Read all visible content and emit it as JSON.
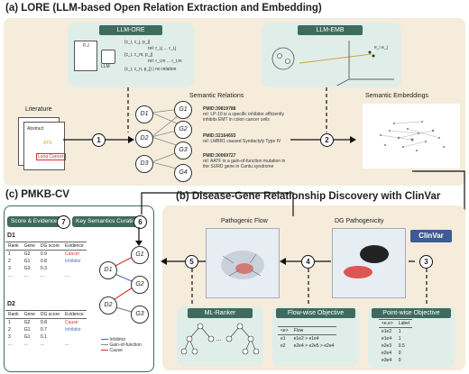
{
  "titles": {
    "a": "(a) LORE (LLM-based Open Relation Extraction and Embedding)",
    "b": "(b) Disease-Gene Relationship Discovery with ClinVar",
    "c": "(c) PMKB-CV"
  },
  "lore": {
    "llm_ore_header": "LLM-ORE",
    "llm_emb_header": "LLM-EMB",
    "paper_label": "p_j",
    "llm_label": "LLM",
    "triples": [
      "(c_i, c_j, p_j)",
      "rel: r_i,j ... r_i,j",
      "(c_i, c_m, p_j)",
      "rel: r_i,m ... r_i,m",
      "(c_i, c_n, p_j) | no relation"
    ],
    "emb_label": "e_i e_j",
    "literature_label": "Literature",
    "abstract_label": "Abstract",
    "abstract_tags": [
      "ATN",
      "Lung Cancer"
    ],
    "semantic_relations_label": "Semantic Relations",
    "semantic_embeddings_label": "Semantic Embeddings",
    "nodes_left": [
      "D1",
      "D2",
      "D3"
    ],
    "nodes_right": [
      "G1",
      "G2",
      "G3",
      "G4"
    ],
    "snippets": [
      {
        "pmid": "PMID:39819788",
        "text": "rel: LP-10 is a specific inhibitor efficiently inhibits EMT in colon cancer cells"
      },
      {
        "pmid": "PMID:32164693",
        "text": "rel: LMBR1 caused Syndactyly Type IV"
      },
      {
        "pmid": "PMID:30069727",
        "text": "rel: AATF is a gain-of-function mutation in the SURD gene in Cantu syndrome"
      }
    ]
  },
  "discovery": {
    "pathogenic_flow_label": "Pathogenic Flow",
    "dg_pathogenicity_label": "DG Pathogenicity",
    "clinvar_label": "ClinVar",
    "ml_ranker_label": "ML-Ranker",
    "flow_header": "Flow-wise Objective",
    "flow_cols": [
      "<e>",
      "Flow"
    ],
    "flow_rows": [
      [
        "e1",
        "e1e2 > e1e4"
      ],
      [
        "e2",
        "e2e4 > e2e5 > e2e4"
      ]
    ],
    "point_header": "Point-wise Objective",
    "point_cols": [
      "<e,e>",
      "Label"
    ],
    "point_rows": [
      [
        "e1e2",
        "1"
      ],
      [
        "e1e4",
        "1"
      ],
      [
        "e2e3",
        "0.5"
      ],
      [
        "e2e4",
        "0"
      ],
      [
        "e3e4",
        "0"
      ]
    ]
  },
  "pmkb": {
    "score_pill": "Score & Evidence",
    "key_pill": "Key Semantics Curation",
    "d1_label": "D1",
    "d2_label": "D2",
    "cols": [
      "Rank",
      "Gene",
      "DG score",
      "Evidence"
    ],
    "d1_rows": [
      [
        "1",
        "G2",
        "0.9",
        "Cancer"
      ],
      [
        "2",
        "G1",
        "0.8",
        "Inhibitor"
      ],
      [
        "3",
        "G3",
        "0.3",
        ""
      ],
      [
        "...",
        "...",
        "...",
        "..."
      ]
    ],
    "d2_rows": [
      [
        "1",
        "G2",
        "0.8",
        "Cause"
      ],
      [
        "2",
        "G1",
        "0.7",
        "Inhibitor"
      ],
      [
        "3",
        "G1",
        "0.1",
        ""
      ],
      [
        "...",
        "...",
        "...",
        "..."
      ]
    ],
    "legend": [
      "Inhibitor",
      "Gain-of-function",
      "Cause"
    ],
    "nodes_left": [
      "D1",
      "D2"
    ],
    "nodes_right": [
      "G1",
      "G2",
      "G3"
    ]
  },
  "steps": [
    "1",
    "2",
    "3",
    "4",
    "5",
    "6",
    "7"
  ],
  "colors": {
    "beige": "#f5ecdc",
    "mint": "#dfeee8",
    "green": "#3f6b5f",
    "red": "#d9312b",
    "blue": "#4a6fb3"
  }
}
